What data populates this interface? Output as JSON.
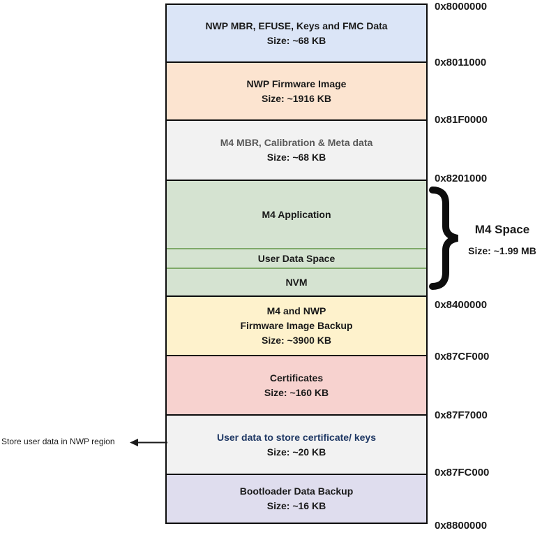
{
  "diagram": {
    "kind": "flash-memory-map",
    "blocks": [
      {
        "title": "NWP MBR, EFUSE, Keys and FMC Data",
        "size": "Size: ~68 KB",
        "color": "#dbe5f7",
        "title_color": "#1a1a1a"
      },
      {
        "title": "NWP Firmware Image",
        "size": "Size: ~1916 KB",
        "color": "#fce4d0",
        "title_color": "#1a1a1a"
      },
      {
        "title": "M4 MBR, Calibration & Meta data",
        "size": "Size: ~68 KB",
        "color": "#f2f2f2",
        "title_color": "#595959"
      },
      {
        "title": "M4 Application",
        "color": "#d5e3d1",
        "title_color": "#1a1a1a"
      },
      {
        "title": "User Data Space",
        "color": "#d5e3d1",
        "title_color": "#1a1a1a"
      },
      {
        "title": "NVM",
        "color": "#d5e3d1",
        "title_color": "#1a1a1a"
      },
      {
        "title": "M4 and NWP",
        "title2": "Firmware Image Backup",
        "size": "Size: ~3900 KB",
        "color": "#fef2cc",
        "title_color": "#1a1a1a"
      },
      {
        "title": "Certificates",
        "size": "Size: ~160 KB",
        "color": "#f7d2cf",
        "title_color": "#1a1a1a"
      },
      {
        "title": "User data to store certificate/ keys",
        "size": "Size: ~20 KB",
        "color": "#f2f2f2",
        "title_color": "#1f3864"
      },
      {
        "title": "Bootloader Data Backup",
        "size": "Size: ~16 KB",
        "color": "#dfddee",
        "title_color": "#1a1a1a"
      }
    ],
    "addresses": [
      "0x8000000",
      "0x8011000",
      "0x81F0000",
      "0x8201000",
      "0x8400000",
      "0x87CF000",
      "0x87F7000",
      "0x87FC000",
      "0x8800000"
    ],
    "m4_space": {
      "label": "M4 Space",
      "size": "Size: ~1.99 MB"
    },
    "annotation": {
      "text": "Store user data in NWP region"
    },
    "colors": {
      "border": "#0d0d0d",
      "green_divider": "#7fa968",
      "background": "#ffffff"
    }
  }
}
